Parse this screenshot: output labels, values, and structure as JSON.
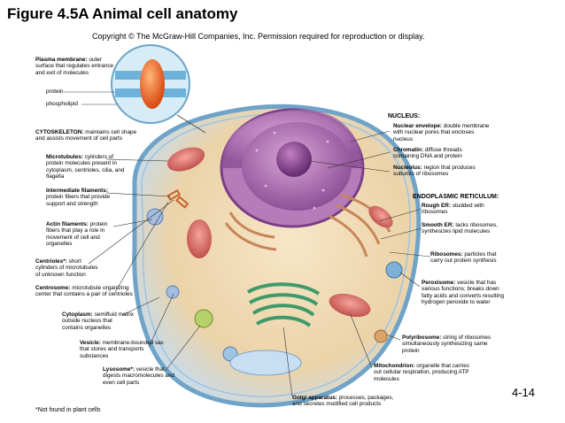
{
  "title": "Figure 4.5A Animal cell anatomy",
  "copyright": "Copyright © The McGraw-Hill Companies, Inc. Permission required for reproduction or display.",
  "page_number": "4-14",
  "footnote": "*Not found in plant cells",
  "left_labels": {
    "plasma_membrane": {
      "name": "Plasma membrane:",
      "desc": "outer surface that regulates entrance and exit of molecules"
    },
    "protein": "protein",
    "phospholipid": "phospholipid",
    "cytoskeleton": {
      "name": "CYTOSKELETON:",
      "desc": "maintains cell shape and assists movement of cell parts"
    },
    "microtubules": {
      "name": "Microtubules:",
      "desc": "cylinders of protein molecules present in cytoplasm, centrioles, cilia, and flagella"
    },
    "intermediate_filaments": {
      "name": "Intermediate filaments:",
      "desc": "protein fibers that provide support and strength"
    },
    "actin_filaments": {
      "name": "Actin filaments:",
      "desc": "protein fibers that play a role in movement of cell and organelles"
    },
    "centrioles": {
      "name": "Centrioles*:",
      "desc": "short cylinders of microtubules of unknown function"
    },
    "centrosome": {
      "name": "Centrosome:",
      "desc": "microtubule organizing center that contains a pair of centrioles"
    },
    "cytoplasm": {
      "name": "Cytoplasm:",
      "desc": "semifluid matrix outside nucleus that contains organelles"
    },
    "vesicle": {
      "name": "Vesicle:",
      "desc": "membrane-bounded sac that stores and transports substances"
    },
    "lysosome": {
      "name": "Lysosome*:",
      "desc": "vesicle that digests macromolecules and even cell parts"
    }
  },
  "right_labels": {
    "nucleus_header": "NUCLEUS:",
    "nuclear_envelope": {
      "name": "Nuclear envelope:",
      "desc": "double membrane with nuclear pores that encloses nucleus"
    },
    "chromatin": {
      "name": "Chromatin:",
      "desc": "diffuse threads containing DNA and protein"
    },
    "nucleolus": {
      "name": "Nucleolus:",
      "desc": "region that produces subunits of ribosomes"
    },
    "er_header": "ENDOPLASMIC RETICULUM:",
    "rough_er": {
      "name": "Rough ER:",
      "desc": "studded with ribosomes"
    },
    "smooth_er": {
      "name": "Smooth ER:",
      "desc": "lacks ribosomes, synthesizes lipid molecules"
    },
    "ribosomes": {
      "name": "Ribosomes:",
      "desc": "particles that carry out protein synthesis"
    },
    "peroxisome": {
      "name": "Peroxisome:",
      "desc": "vesicle that has various functions; breaks down fatty acids and converts resulting hydrogen peroxide to water"
    },
    "polyribosome": {
      "name": "Polyribosome:",
      "desc": "string of ribosomes simultaneously synthesizing same protein"
    },
    "mitochondrion": {
      "name": "Mitochondrion:",
      "desc": "organelle that carries out cellular respiration, producing ATP molecules"
    }
  },
  "bottom_labels": {
    "golgi": {
      "name": "Golgi apparatus:",
      "desc": "processes, packages, and secretes modified cell products"
    }
  }
}
